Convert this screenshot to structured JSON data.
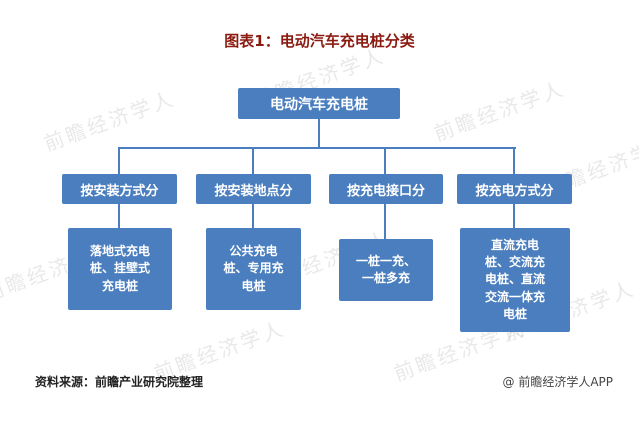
{
  "title": "图表1：电动汽车充电桩分类",
  "colors": {
    "node_blue": "#4a7ebe",
    "title_red": "#8b1a10",
    "background": "#ffffff"
  },
  "tree": {
    "root": "电动汽车充电桩",
    "branches": [
      {
        "label": "按安装方式分",
        "leaf": "落地式充电\n桩、挂壁式\n充电桩"
      },
      {
        "label": "按安装地点分",
        "leaf": "公共充电\n桩、专用充\n电桩"
      },
      {
        "label": "按充电接口分",
        "leaf": "一桩一充、\n一桩多充"
      },
      {
        "label": "按充电方式分",
        "leaf": "直流充电\n桩、交流充\n电桩、直流\n交流一体充\n电桩"
      }
    ]
  },
  "footer": {
    "source": "资料来源：前瞻产业研究院整理",
    "credit": "@ 前瞻经济学人APP"
  },
  "watermark": {
    "text": "前瞻经济学人"
  }
}
